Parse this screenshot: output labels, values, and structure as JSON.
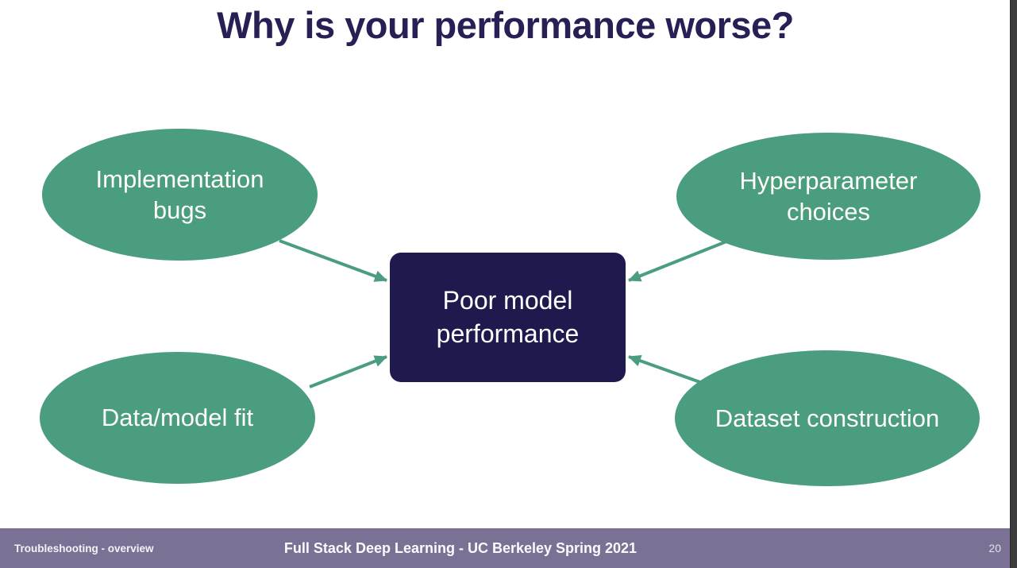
{
  "slide": {
    "title": "Why is your performance worse?",
    "diagram": {
      "center": "Poor model performance",
      "causes": [
        "Implementation bugs",
        "Hyperparameter choices",
        "Data/model fit",
        "Dataset construction"
      ]
    },
    "footer": {
      "left": "Troubleshooting - overview",
      "center": "Full Stack Deep Learning - UC Berkeley Spring 2021",
      "page": "20"
    }
  },
  "colors": {
    "accent_green": "#4a9d7e",
    "box_navy": "#1e1a4d",
    "title_navy": "#262055",
    "footer_purple": "#7a7195",
    "edge_strip": "#3c3c3c"
  }
}
